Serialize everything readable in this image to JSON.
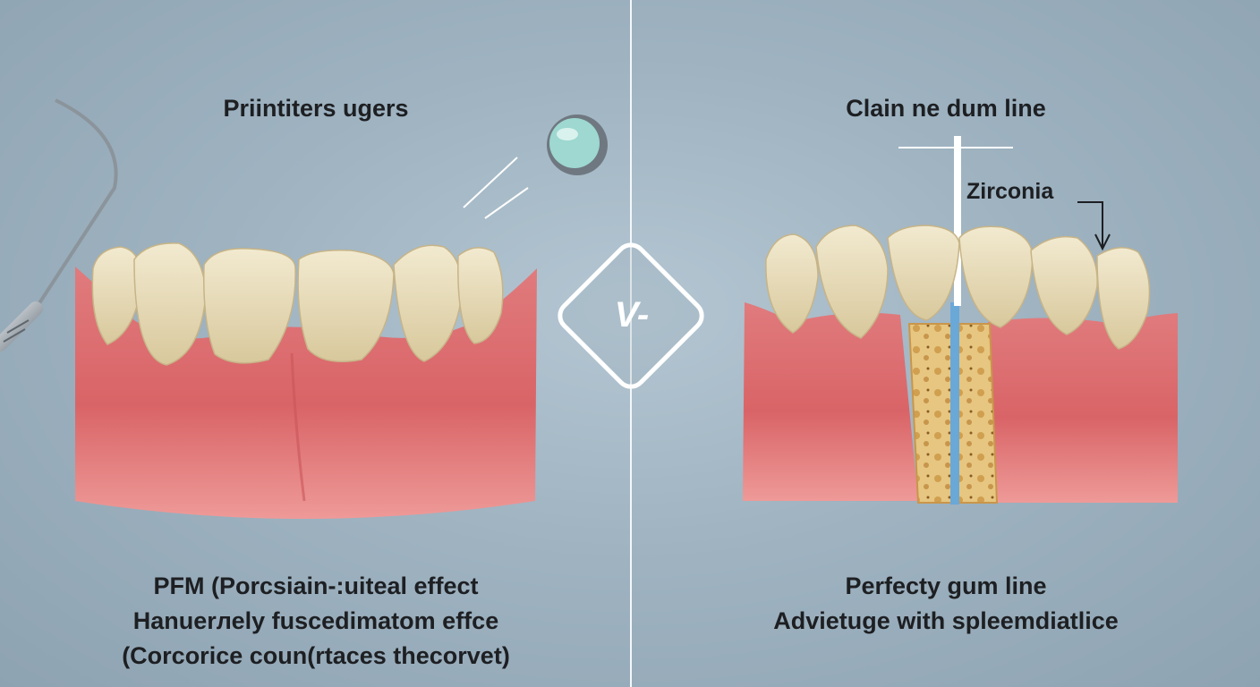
{
  "left": {
    "heading": "Priintiters ugers",
    "caption_lines": [
      "PFM (Porcsiain-:uiteal  effect",
      "Hanuerлеly fuscedimatom effce",
      "(Corcorice coun(rtaces  thecorvet)"
    ]
  },
  "center": {
    "vs_label": "V-"
  },
  "right": {
    "heading": "Clain ne dum line",
    "label_zirconia": "Zirconia",
    "caption_lines": [
      "Perfecty gum line",
      "Advietuge with spleemdiatlice"
    ]
  },
  "colors": {
    "background": "#9fb3c1",
    "gum": "#dd6f72",
    "tooth": "#e4d8b4",
    "bone": "#e2c27e",
    "metal": "#9aa4ad",
    "divider": "#f4f7f9"
  },
  "icons": [
    "dental-explorer-icon",
    "dental-mirror-icon",
    "down-arrow-icon"
  ]
}
